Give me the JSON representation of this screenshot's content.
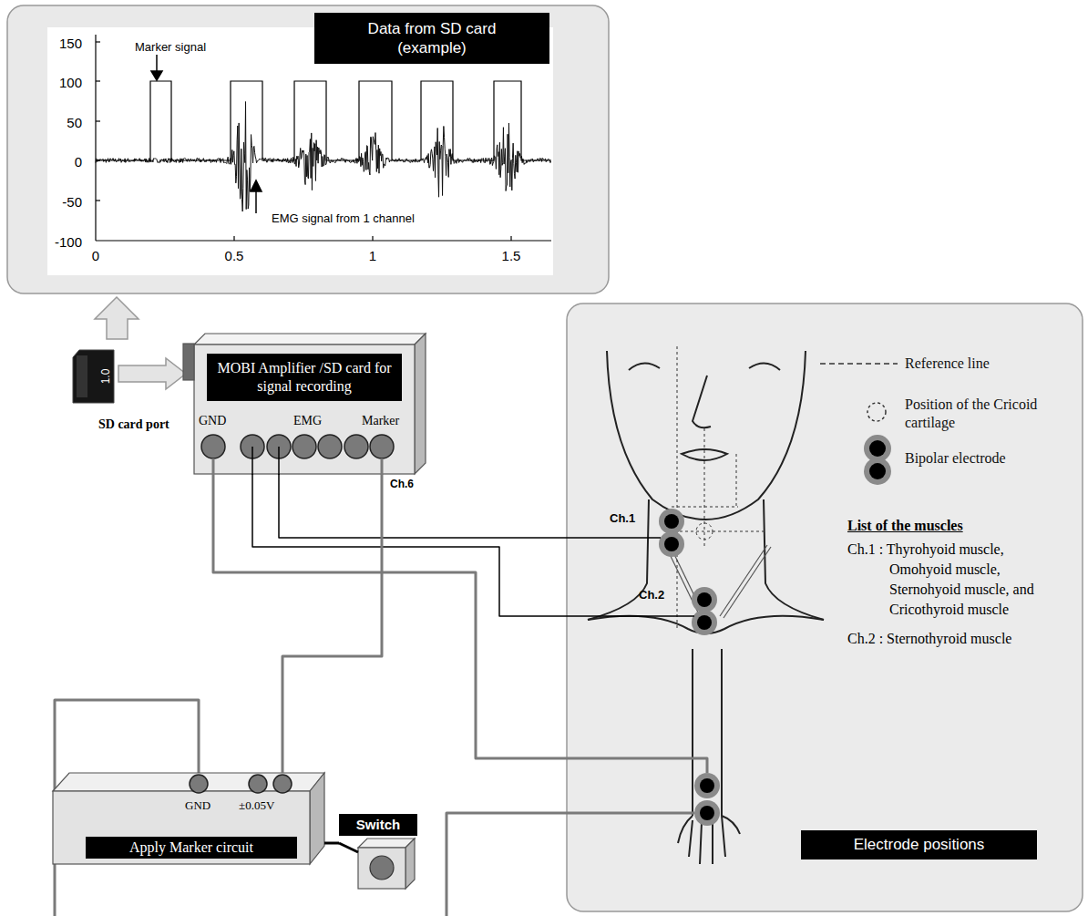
{
  "diagram": {
    "nodes": [
      {
        "text": [
          "Data from SD card (example)"
        ]
      },
      {
        "text": [
          "MOBI Amplifier /SD card for signal recording"
        ]
      },
      {
        "text": [
          "Electrode positions"
        ]
      },
      {
        "text": [
          "Ch.1"
        ],
        "in": 2
      },
      {
        "text": [
          "Ch.2"
        ],
        "in": 2
      },
      {
        "text": [
          "Apply Marker circuit"
        ]
      },
      {
        "text": [
          "Switch"
        ]
      }
    ],
    "edges": [
      {
        "from": 1,
        "to": 3,
        "arrow": "none"
      },
      {
        "from": 1,
        "to": 4,
        "arrow": "none"
      },
      {
        "from": 1,
        "to": 5,
        "arrow": "none"
      },
      {
        "from": 5,
        "to": 6,
        "arrow": "none"
      }
    ],
    "labels": [
      "150",
      "100",
      "50",
      "0",
      "-50",
      "-100",
      "0",
      "0.5",
      "1",
      "1.5",
      "Marker signal",
      "EMG signal from 1 channel",
      "1.0",
      "SD card port",
      "GND",
      "EMG",
      "Marker",
      "Ch.6",
      "GND",
      "±0.05V",
      "List of the muscles",
      "Ch.1 : Thyrohyoid muscle, Omohyoid muscle, Sternohyoid muscle, and Cricothyroid muscle",
      "Ch.2 : Sternothyroid muscle"
    ],
    "legend": [
      {
        "text": "Reference line"
      },
      {
        "text": "Position of the Cricoid cartilage"
      },
      {
        "text": "Bipolar electrode"
      }
    ]
  }
}
